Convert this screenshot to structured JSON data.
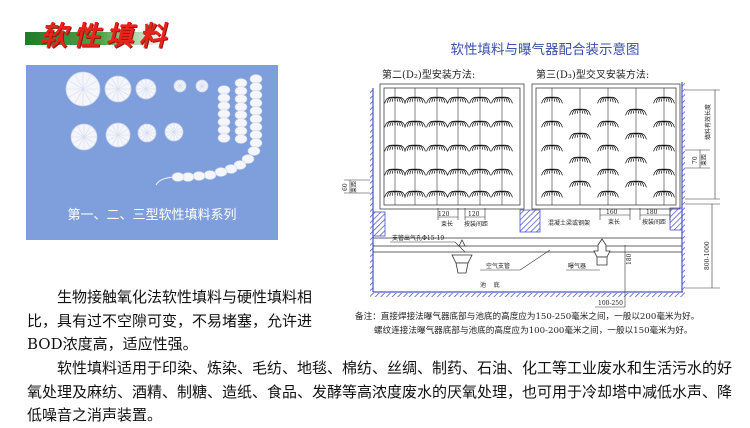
{
  "header": {
    "title": "软性填料"
  },
  "photo": {
    "caption": "第一、二、三型软性填料系列"
  },
  "diagram": {
    "title": "软性填料与曝气器配合装示意图",
    "left_label": "第二(D₂)型安装方法:",
    "right_label": "第三(D₃)型交叉安装方法:",
    "dims": {
      "bundle_len_left": "120",
      "bundle_len_label": "束长",
      "spacing_left": "120",
      "spacing_label": "按装间距",
      "bundle_len_right": "160",
      "spacing_right": "180",
      "left_gap": "60",
      "right_gap": "70",
      "gap_label": "束距",
      "effective_len": "填料有效长度",
      "height_range": "800-1000",
      "aerator_height": "180",
      "bottom_range": "100-250"
    },
    "labels": {
      "beam": "混凝土梁或钢架",
      "branch_hole": "支管出气孔Φ15-19",
      "air_pipe": "空气支管",
      "aerator": "曝气器",
      "pool_bottom": "池    底"
    },
    "notes": [
      "备注：直接焊接法曝气器底部与池底的高度应为150-250毫米之间，一般以200毫米为好。",
      "螺纹连接法曝气器底部与池底的高度应为100-200毫米之间，一般以150毫米为好。"
    ]
  },
  "body": {
    "paragraph1": "生物接触氧化法软性填料与硬性填料相比，具有过不空隙可变，不易堵塞，允许进BOD浓度高，适应性强。",
    "paragraph2": "软性填料适用于印染、炼染、毛纺、地毯、棉纺、丝绸、制药、石油、化工等工业废水和生活污水的好氧处理及麻纺、酒精、制糖、造纸、食品、发酵等高浓度废水的厌氧处理，也可用于冷却塔中减低水声、降低噪音之消声装置。"
  },
  "colors": {
    "title": "#e8231b",
    "photo_bg": "#7f9fdc",
    "diagram_title": "#3a4fa8",
    "wall": "#4a55c8"
  }
}
